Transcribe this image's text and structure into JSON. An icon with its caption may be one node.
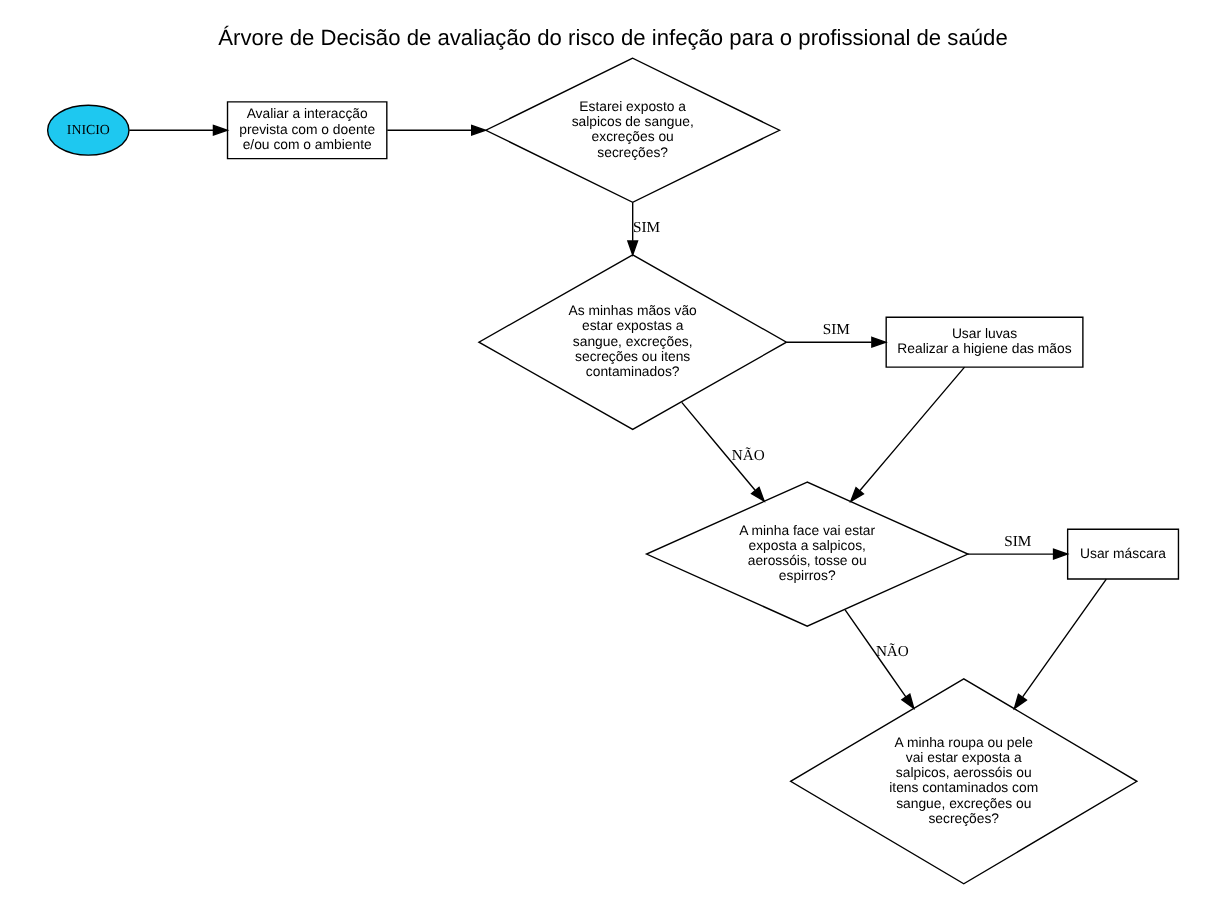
{
  "diagram": {
    "title": "Árvore de Decisão de avaliação do risco de infeção para o profissional de saúde",
    "nodes": [
      {
        "text": [
          "INICIO"
        ]
      },
      {
        "text": [
          "Avaliar a interacção prevista com o doente e/ou com o ambiente"
        ]
      },
      {
        "text": [
          "Estarei exposto a salpicos de sangue, excreções ou secreções?"
        ]
      },
      {
        "text": [
          "As minhas mãos vão estar expostas a sangue, excreções, secreções ou itens contaminados?"
        ]
      },
      {
        "text": [
          "Usar luvas",
          "Realizar a higiene das mãos"
        ]
      },
      {
        "text": [
          "A minha face vai estar exposta a salpicos, aerossóis, tosse ou espirros?"
        ]
      },
      {
        "text": [
          "Usar máscara"
        ]
      },
      {
        "text": [
          "A minha roupa ou pele vai estar exposta a salpicos, aerossóis ou itens contaminados com sangue, excreções ou secreções?"
        ]
      }
    ],
    "edges": [
      {
        "from": 0,
        "to": 1,
        "arrow": "to"
      },
      {
        "from": 1,
        "to": 2,
        "arrow": "to"
      },
      {
        "from": 2,
        "to": 3,
        "arrow": "to",
        "label": "SIM"
      },
      {
        "from": 3,
        "to": 4,
        "arrow": "to",
        "label": "SIM"
      },
      {
        "from": 3,
        "to": 5,
        "arrow": "to",
        "label": "NÃO"
      },
      {
        "from": 4,
        "to": 5,
        "arrow": "to"
      },
      {
        "from": 5,
        "to": 6,
        "arrow": "to",
        "label": "SIM"
      },
      {
        "from": 5,
        "to": 7,
        "arrow": "to",
        "label": "NÃO"
      },
      {
        "from": 6,
        "to": 7,
        "arrow": "to"
      }
    ]
  }
}
